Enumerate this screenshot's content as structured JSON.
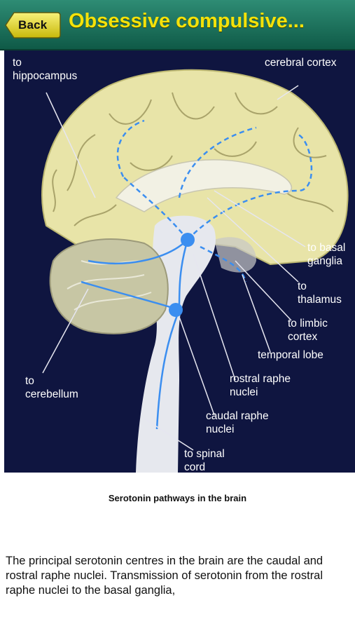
{
  "navbar": {
    "back_label": "Back",
    "title": "Obsessive compulsive..."
  },
  "figure": {
    "labels": {
      "hippocampus": "to\nhippocampus",
      "cerebral_cortex": "cerebral cortex",
      "basal_ganglia": "to basal\nganglia",
      "thalamus": "to\nthalamus",
      "limbic_cortex": "to limbic\ncortex",
      "temporal_lobe": "temporal lobe",
      "rostral_raphe": "rostral raphe\nnuclei",
      "caudal_raphe": "caudal raphe\nnuclei",
      "spinal_cord": "to spinal\ncord",
      "cerebellum": "to\ncerebellum"
    },
    "caption": "Serotonin pathways in the brain"
  },
  "article": {
    "text": "The principal serotonin centres in the brain are the caudal and rostral raphe nuclei. Transmission of serotonin from the rostral raphe nuclei to the basal ganglia,"
  },
  "colors": {
    "navbar": "#1f7a63",
    "title": "#f4e20a",
    "figure_bg": "#0f1540",
    "cortex": "#e8e4a8",
    "pathway": "#3b8ef0"
  }
}
